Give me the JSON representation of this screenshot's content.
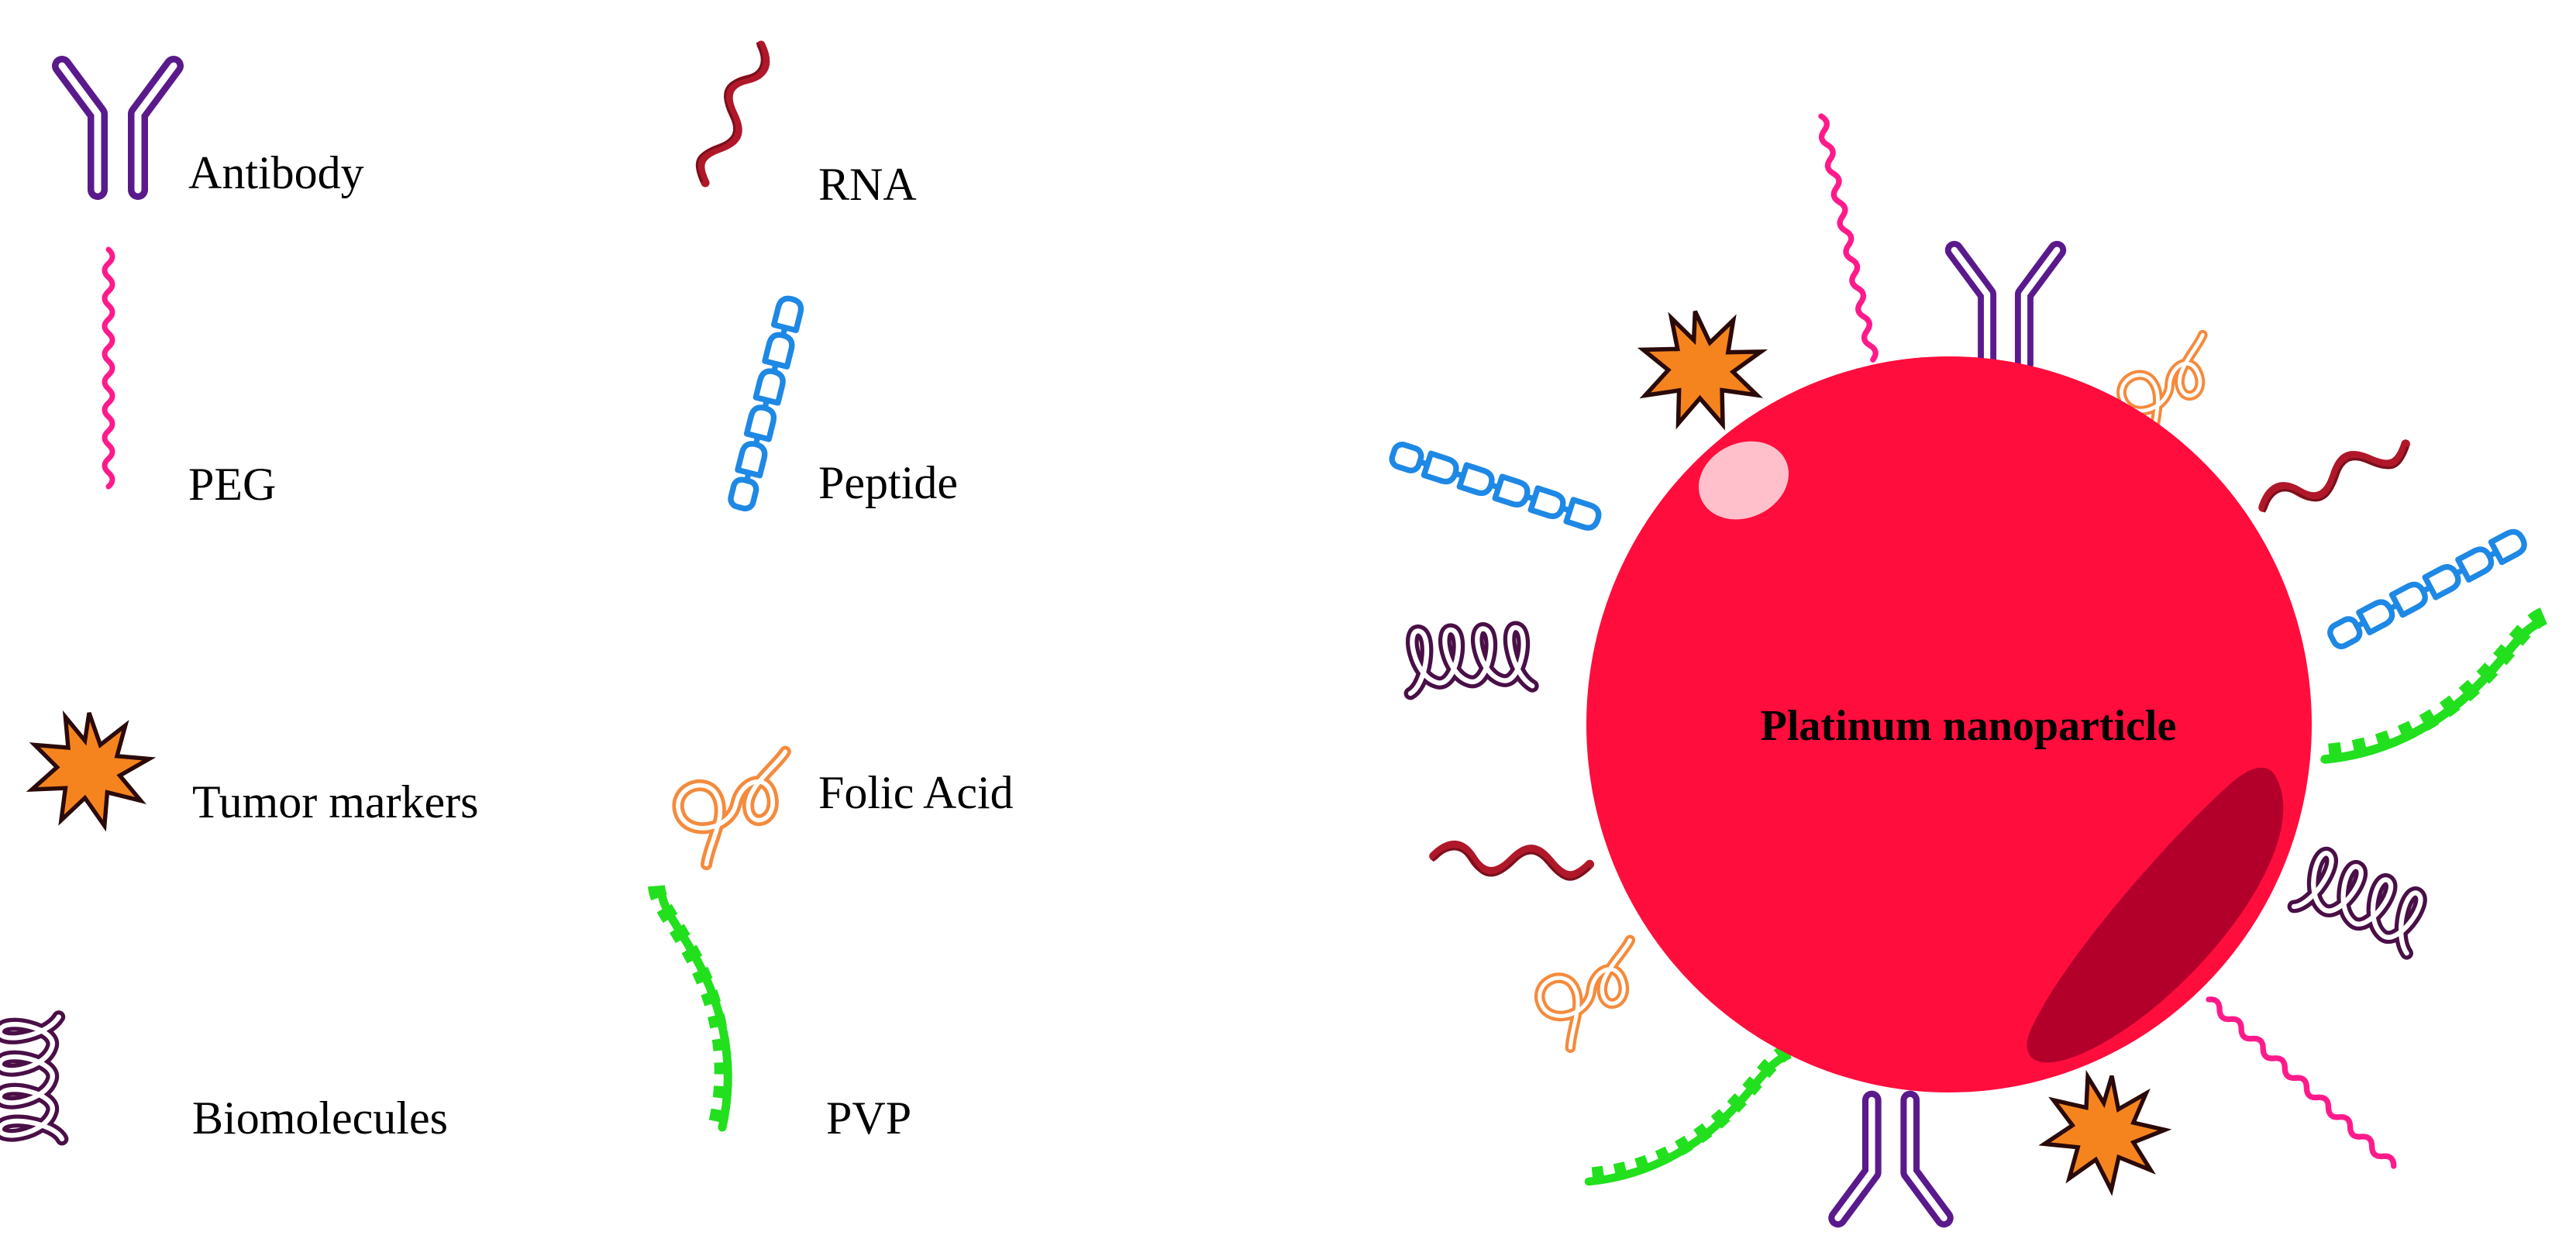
{
  "legend": {
    "antibody": "Antibody",
    "rna": "RNA",
    "peg": "PEG",
    "peptide": "Peptide",
    "tumor_markers": "Tumor markers",
    "folic_acid": "Folic Acid",
    "biomolecules": "Biomolecules",
    "pvp": "PVP"
  },
  "particle": {
    "label": "Platinum nanoparticle"
  },
  "colors": {
    "antibody": "#5a1a8c",
    "rna": "#b0182a",
    "peg": "#ff1a8c",
    "peptide": "#1e88e5",
    "tumor_marker": "#f5841f",
    "folic_acid": "#f58a3c",
    "biomolecule": "#4a0f47",
    "pvp": "#22e01e",
    "particle": "#ff0d3d",
    "particle_shadow": "#b3002a",
    "highlight": "#ffc0cb"
  },
  "icons": [
    "antibody-icon",
    "rna-icon",
    "peg-icon",
    "peptide-icon",
    "tumor-marker-icon",
    "folic-acid-icon",
    "biomolecule-icon",
    "pvp-icon"
  ]
}
